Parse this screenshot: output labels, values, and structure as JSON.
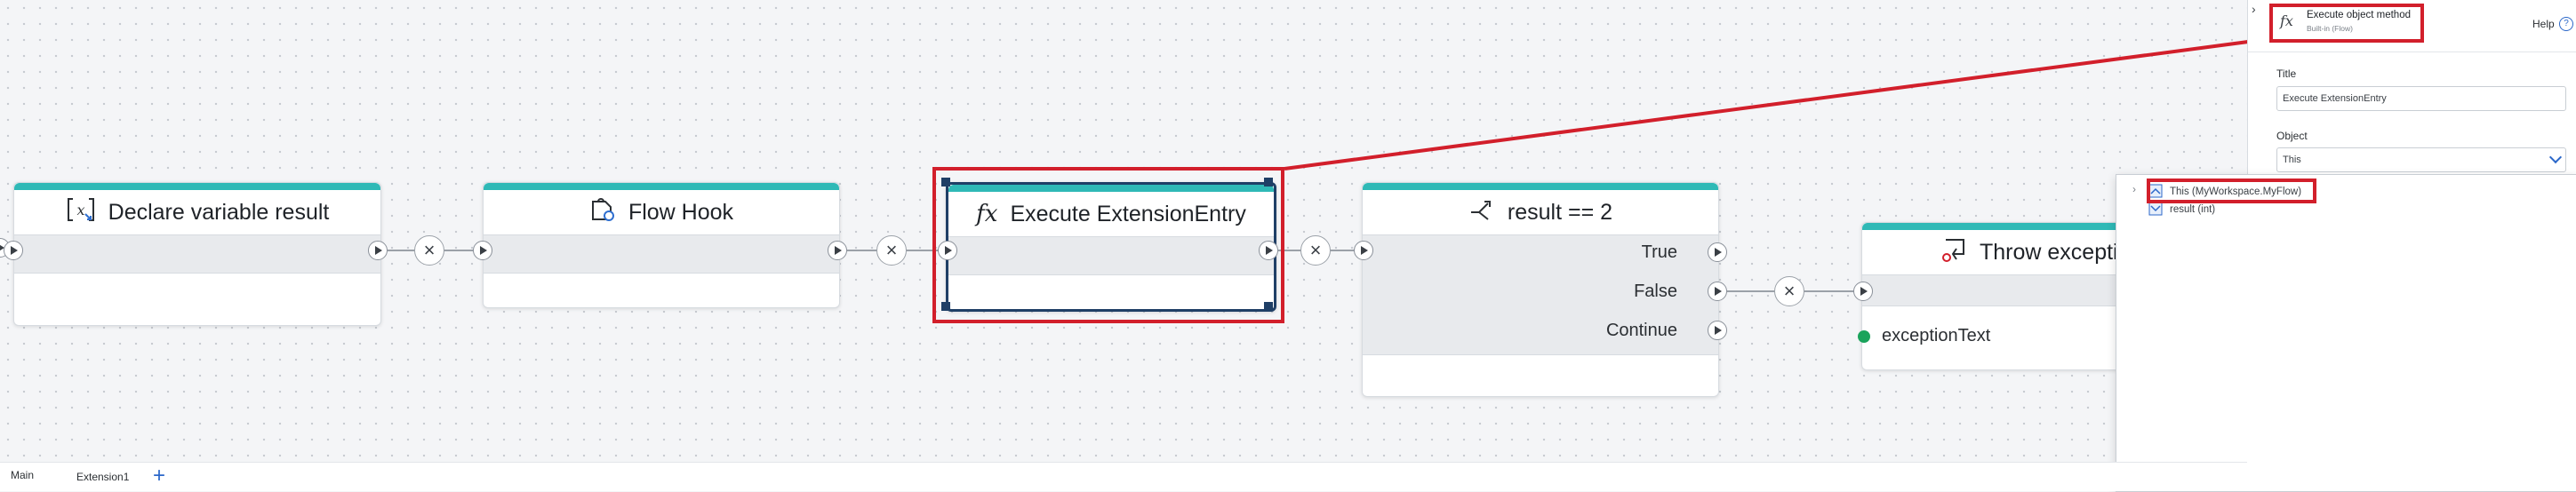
{
  "nodes": {
    "declare": {
      "title": "Declare variable result",
      "icon": "declare-variable-icon"
    },
    "flowhook": {
      "title": "Flow Hook",
      "icon": "flow-hook-icon"
    },
    "execute": {
      "title": "Execute ExtensionEntry",
      "icon": "fx-icon",
      "icon_text": "fx"
    },
    "condition": {
      "title": "result == 2",
      "icon": "branch-icon",
      "branches": [
        "True",
        "False",
        "Continue"
      ]
    },
    "throw": {
      "title": "Throw excepti",
      "icon": "throw-exception-icon",
      "param": "exceptionText"
    }
  },
  "connector_glyph": "×",
  "panel": {
    "collapse_glyph": "›",
    "header_icon_text": "fx",
    "header_title": "Execute object method",
    "header_subtitle": "Built-in (Flow)",
    "help_label": "Help",
    "help_glyph": "?",
    "title_label": "Title",
    "title_value": "Execute ExtensionEntry",
    "object_label": "Object",
    "object_value": "This",
    "object_chevron": "⌄"
  },
  "dropdown": {
    "expand_glyph": "›",
    "items": [
      {
        "label": "This (MyWorkspace.MyFlow)",
        "icon": "object-icon"
      },
      {
        "label": "result (int)",
        "icon": "variable-icon"
      }
    ]
  },
  "tabs": {
    "main": "Main",
    "extension1": "Extension1",
    "add": "+"
  },
  "colors": {
    "accent": "#2fb9b6",
    "highlight": "#d21f2b",
    "selection": "#1f3f66",
    "canvas": "#f4f5f7",
    "status_dot": "#1aa35b",
    "link": "#2b67c9"
  }
}
